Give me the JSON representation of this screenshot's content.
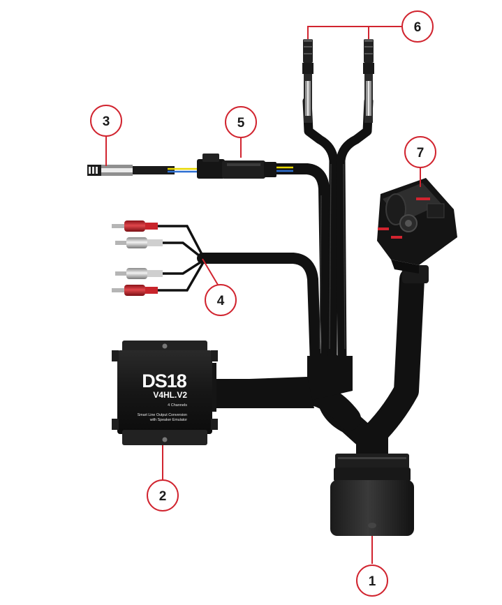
{
  "module": {
    "brand": "DS18",
    "model": "V4HL.V2",
    "channels": "4 Channels",
    "description_line1": "Smart Line Output Conversion",
    "description_line2": "with Speaker Emulator"
  },
  "callouts": [
    {
      "id": "1",
      "label": "1"
    },
    {
      "id": "2",
      "label": "2"
    },
    {
      "id": "3",
      "label": "3"
    },
    {
      "id": "4",
      "label": "4"
    },
    {
      "id": "5",
      "label": "5"
    },
    {
      "id": "6",
      "label": "6"
    },
    {
      "id": "7",
      "label": "7"
    }
  ],
  "colors": {
    "callout_ring": "#d1242f",
    "cable": "#111111",
    "rca_red": "#c8242b",
    "rca_white": "#d9d9d9"
  }
}
